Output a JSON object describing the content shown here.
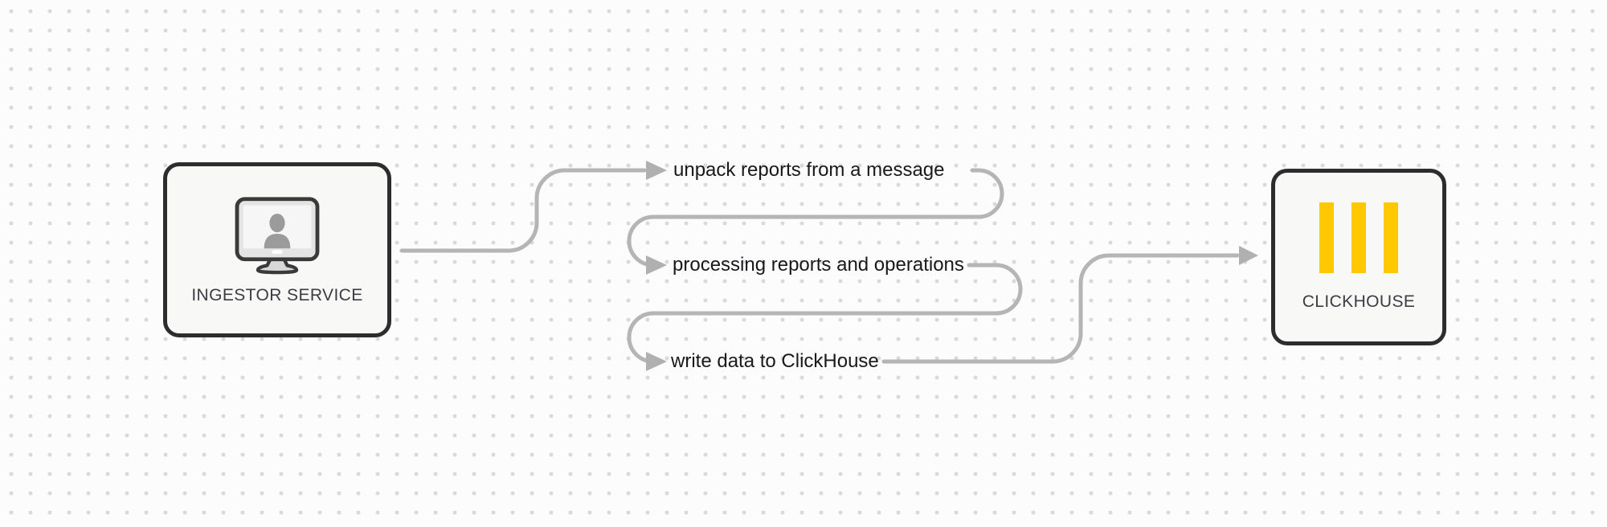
{
  "nodes": {
    "ingestor": {
      "label": "INGESTOR SERVICE",
      "icon": "monitor-user-icon"
    },
    "clickhouse": {
      "label": "CLICKHOUSE",
      "icon": "clickhouse-bars-icon"
    }
  },
  "steps": [
    {
      "label": "unpack reports from a message"
    },
    {
      "label": "processing reports and operations"
    },
    {
      "label": "write data to ClickHouse"
    }
  ],
  "colors": {
    "connector_gray": "#b5b5b5",
    "arrowhead_gray": "#b0b0b0",
    "node_border_dark": "#2d2d2d",
    "node_fill": "#f8f8f7",
    "background": "#fcfcfc",
    "dot_grid": "#d9d9d9",
    "clickhouse_yellow": "#ffc801",
    "step_text": "#18191d",
    "node_text": "#3c3c44"
  }
}
